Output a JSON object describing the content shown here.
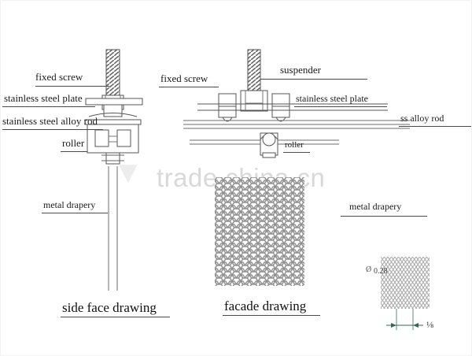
{
  "document": {
    "kind": "technical-drawing",
    "subject": "metal drapery roller suspension detail",
    "background_color": "#ffffff",
    "line_color": "#4a4a4a",
    "text_color": "#1b1b1b"
  },
  "watermark": {
    "text": "trade.china.cn",
    "color": "#d9d9d9"
  },
  "side_view": {
    "title": "side face drawing",
    "labels": [
      {
        "id": "fixed-screw",
        "text": "fixed screw"
      },
      {
        "id": "stainless-steel-plate",
        "text": "stainless steel plate"
      },
      {
        "id": "stainless-steel-alloy-rod",
        "text": "stainless steel alloy rod"
      },
      {
        "id": "roller",
        "text": "roller"
      },
      {
        "id": "metal-drapery",
        "text": "metal drapery"
      }
    ]
  },
  "facade_view": {
    "title": "facade drawing",
    "labels": [
      {
        "id": "fixed-screw",
        "text": "fixed screw"
      },
      {
        "id": "suspender",
        "text": "suspender"
      },
      {
        "id": "stainless-steel-plate",
        "text": "stainless steel plate"
      },
      {
        "id": "ss-alloy-rod",
        "text": "ss alloy rod"
      },
      {
        "id": "roller",
        "text": "roller"
      },
      {
        "id": "metal-drapery",
        "text": "metal drapery"
      }
    ]
  },
  "detail_inset": {
    "hole_diameter_label": "0.28",
    "diameter_symbol": "Ø",
    "pitch_label": "⅛",
    "highlight_color": "#d98a86",
    "mesh_color": "#9a9a9a"
  }
}
